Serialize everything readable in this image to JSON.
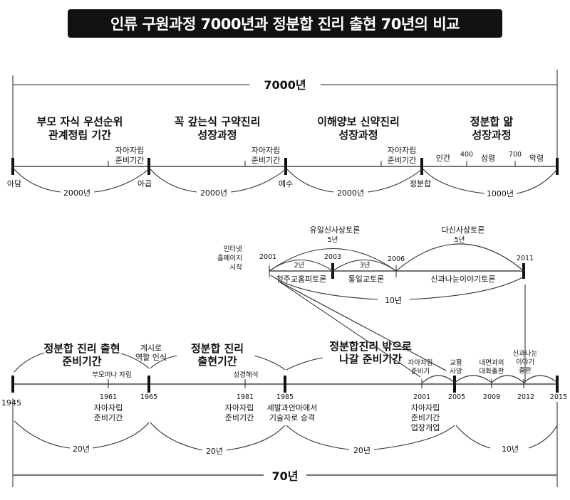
{
  "title": "인류 구원과정 7000년과 정분합 진리 출현 70년의 비교",
  "top": {
    "span_label": "7000년",
    "periods": [
      {
        "title1": "부모 자식 우선순위",
        "title2": "관계정립 기간",
        "prep1": "자아자립",
        "prep2": "준비기간",
        "arc_label": "2000년"
      },
      {
        "title1": "꼭 갚는식 구약진리",
        "title2": "성장과정",
        "prep1": "자아자립",
        "prep2": "준비기간",
        "arc_label": "2000년"
      },
      {
        "title1": "이해양보 신약진리",
        "title2": "성장과정",
        "prep1": "자아자립",
        "prep2": "준비기간",
        "arc_label": "2000년"
      },
      {
        "title1": "정분합 앎",
        "title2": "성장과정",
        "arc_label": "1000년"
      }
    ],
    "points": [
      "아담",
      "아곱",
      "예수",
      "정분합"
    ],
    "last_period_stages": [
      "인간",
      "400",
      "성령",
      "700",
      "악령"
    ]
  },
  "middle": {
    "start_note": [
      "인터넷",
      "홈페이지",
      "시작"
    ],
    "years": [
      "2001",
      "2003",
      "2006",
      "2011"
    ],
    "upper_arcs": [
      {
        "title": "유일신사상토론",
        "label": "5년"
      },
      {
        "title": "다신사상토론",
        "label": "5년"
      }
    ],
    "small_arcs": [
      "2년",
      "3년"
    ],
    "segments": [
      "천주교홈피토론",
      "통일교토론",
      "신과나눈이야기토론"
    ],
    "total_label": "10년"
  },
  "bottom": {
    "span_label": "70년",
    "groups": [
      {
        "title1": "정분합 진리 출현",
        "title2": "준비기간",
        "arc_label": "20년"
      },
      {
        "title1": "정분합 진리",
        "title2": "출현기간",
        "arc_label": "20년"
      },
      {
        "title1": "정분합진리 밖으로",
        "title2": "나갈 준비기간",
        "arc_label": "20년"
      },
      {
        "arc_label": "10년"
      }
    ],
    "revelation_note": [
      "계시로",
      "역할 인식"
    ],
    "years": [
      "1945",
      "1961",
      "1965",
      "1981",
      "1985",
      "2001",
      "2005",
      "2009",
      "2012",
      "2015"
    ],
    "above_notes": {
      "1961": "부모떠나 자립",
      "1981": "성경해석",
      "2001": [
        "자아자립",
        "준비기"
      ],
      "2005": [
        "교황",
        "사망"
      ],
      "2009": [
        "내면과의",
        "대화출판"
      ],
      "2012": [
        "신과나눈",
        "이야기",
        "출판"
      ]
    },
    "below_notes": {
      "1961": [
        "자아자립",
        "준비기간"
      ],
      "1981": [
        "자아자립",
        "준비기간"
      ],
      "1985": [
        "세발과안마에서",
        "기술자로 승격"
      ],
      "2001": [
        "자아자립",
        "준비기간",
        "업장개업"
      ]
    }
  }
}
